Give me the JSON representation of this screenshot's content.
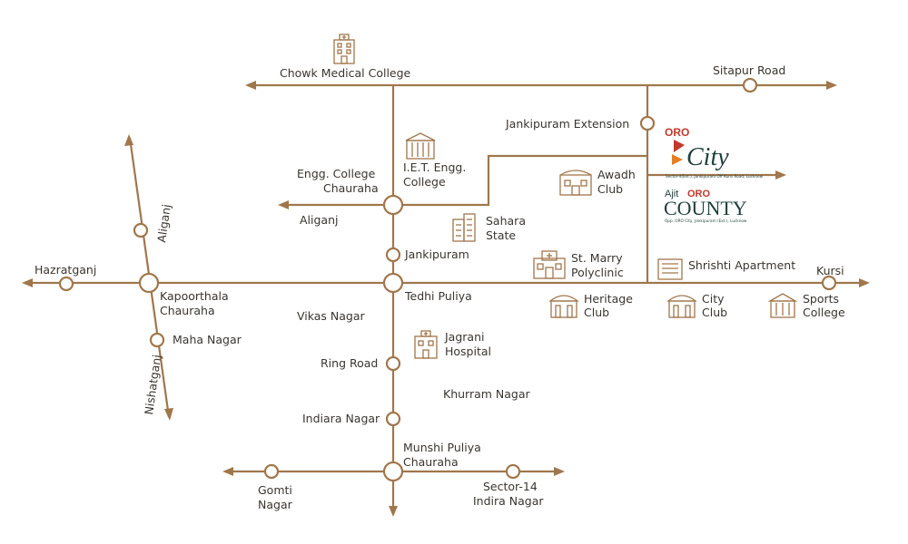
{
  "colors": {
    "road": "#a0774c",
    "text": "#3a3530",
    "brand_dark": "#1f3f3a",
    "brand_accent": "#c0392b",
    "background": "#ffffff"
  },
  "labels": {
    "chowk_medical_college": "Chowk Medical College",
    "sitapur_road": "Sitapur Road",
    "jankipuram_extension": "Jankipuram Extension",
    "engg_college_chauraha_1": "Engg. College",
    "engg_college_chauraha_2": "Chauraha",
    "iet_1": "I.E.T. Engg.",
    "iet_2": "College",
    "aliganj": "Aliganj",
    "aliganj_vertical": "Aliganj",
    "awadh_1": "Awadh",
    "awadh_2": "Club",
    "sahara_1": "Sahara",
    "sahara_2": "State",
    "jankipuram": "Jankipuram",
    "st_marry_1": "St. Marry",
    "st_marry_2": "Polyclinic",
    "shrishti_apartment": "Shrishti Apartment",
    "hazratganj": "Hazratganj",
    "kursi": "Kursi",
    "kapoorthala_1": "Kapoorthala",
    "kapoorthala_2": "Chauraha",
    "tedhi_puliya": "Tedhi Puliya",
    "heritage_1": "Heritage",
    "heritage_2": "Club",
    "city_club_1": "City",
    "city_club_2": "Club",
    "sports_1": "Sports",
    "sports_2": "College",
    "vikas_nagar": "Vikas Nagar",
    "maha_nagar": "Maha Nagar",
    "jagrani_1": "Jagrani",
    "jagrani_2": "Hospital",
    "nishatganj_vertical": "Nishatganj",
    "ring_road": "Ring Road",
    "khurram_nagar": "Khurram Nagar",
    "indiara_nagar": "Indiara Nagar",
    "munshi_1": "Munshi Puliya",
    "munshi_2": "Chauraha",
    "gomti_1": "Gomti",
    "gomti_2": "Nagar",
    "sector_1": "Sector-14",
    "sector_2": "Indira Nagar"
  },
  "brand": {
    "oro_city_logo_word": "ORO",
    "oro_city_name": "City",
    "oro_city_address": "Sector-4(Ext.), Jankipuram Off Kursi Road, Lucknow",
    "ajit_word": "Ajit",
    "oro_county_logo_word": "ORO",
    "oro_county_name": "COUNTY",
    "oro_county_address": "Opp. ORO City, Jankipuram (Ext.), Lucknow"
  }
}
